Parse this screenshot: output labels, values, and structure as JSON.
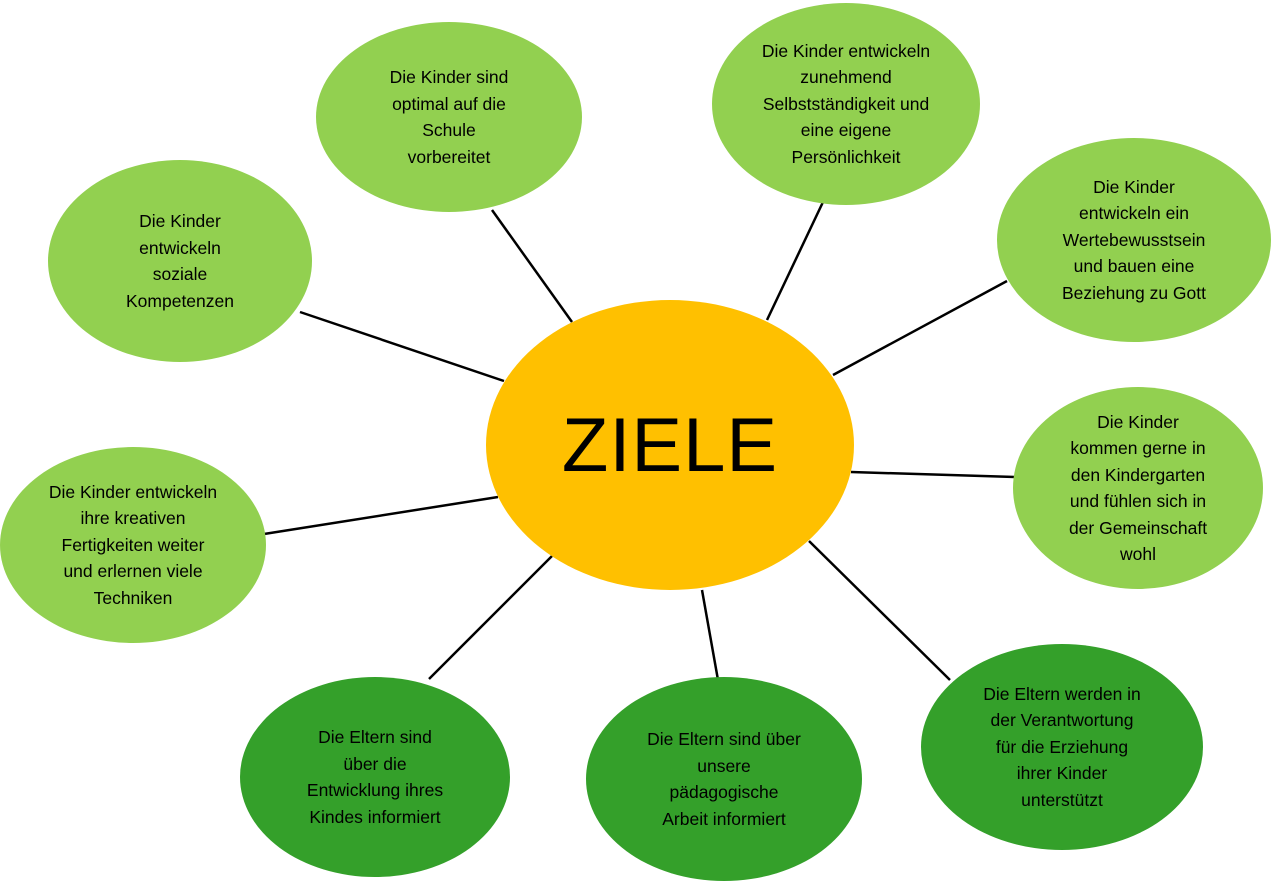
{
  "center": {
    "title": "ZIELE",
    "color": "#ffc000"
  },
  "colors": {
    "light_green": "#92d050",
    "dark_green": "#34a02a",
    "connector": "#000000"
  },
  "nodes": [
    {
      "id": "schule",
      "text": "Die Kinder sind\noptimal auf die\nSchule\nvorbereitet",
      "tone": "light"
    },
    {
      "id": "selbststaendigkeit",
      "text": "Die Kinder entwickeln\nzunehmend\nSelbstständigkeit und\neine eigene\nPersönlichkeit",
      "tone": "light"
    },
    {
      "id": "soziale-kompetenzen",
      "text": "Die Kinder\nentwickeln\nsoziale\nKompetenzen",
      "tone": "light"
    },
    {
      "id": "wertebewusstsein",
      "text": "Die Kinder\nentwickeln ein\nWertebewusstsein\nund bauen eine\nBeziehung zu Gott",
      "tone": "light"
    },
    {
      "id": "kindergarten",
      "text": "Die Kinder\nkommen gerne in\nden Kindergarten\nund fühlen sich in\nder Gemeinschaft\nwohl",
      "tone": "light"
    },
    {
      "id": "kreative-fertigkeiten",
      "text": "Die Kinder entwickeln\nihre kreativen\nFertigkeiten weiter\nund erlernen viele\nTechniken",
      "tone": "light"
    },
    {
      "id": "eltern-entwicklung",
      "text": "Die Eltern sind\nüber die\nEntwicklung ihres\nKindes informiert",
      "tone": "dark"
    },
    {
      "id": "eltern-arbeit",
      "text": "Die Eltern sind über\nunsere\npädagogische\nArbeit informiert",
      "tone": "dark"
    },
    {
      "id": "eltern-verantwortung",
      "text": "Die Eltern werden in\nder Verantwortung\nfür die Erziehung\nihrer Kinder\nunterstützt",
      "tone": "dark"
    }
  ]
}
